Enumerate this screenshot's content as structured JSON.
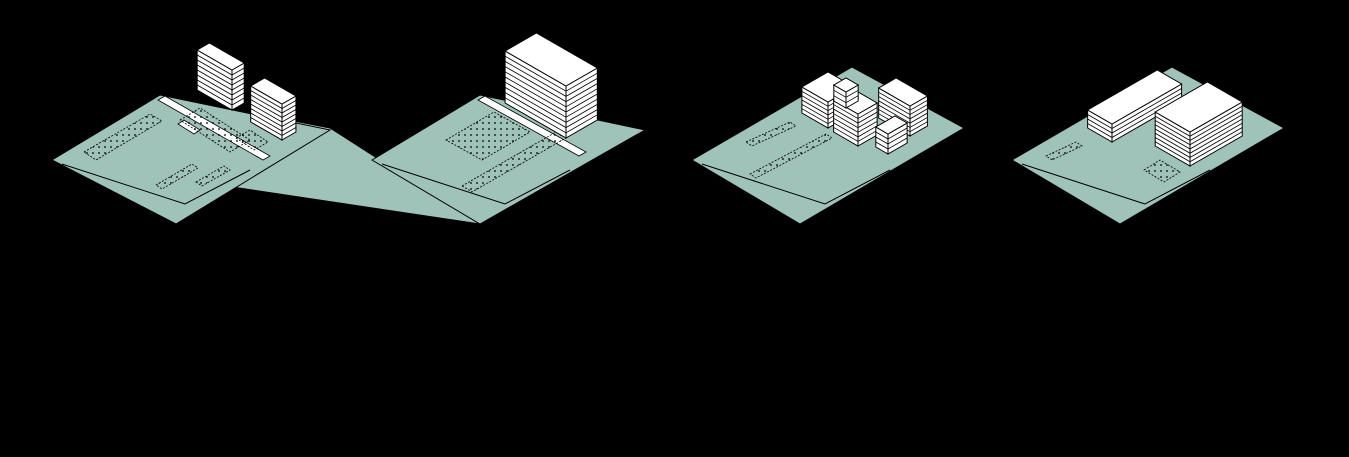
{
  "diagram": {
    "panel_count": 4,
    "colors": {
      "background": "#000000",
      "site": "#9fc2b9",
      "building": "#ffffff",
      "line": "#000000",
      "path": "#ffffff"
    },
    "panels": [
      {
        "variant": "two-slab-blocks",
        "buildings": 2,
        "planting_strips": 4,
        "paths": 2
      },
      {
        "variant": "single-large-block",
        "buildings": 1,
        "planting_strips": 2,
        "paths": 1
      },
      {
        "variant": "clustered-blocks",
        "buildings": 5,
        "planting_strips": 2,
        "paths": 0
      },
      {
        "variant": "linked-l-blocks",
        "buildings": 2,
        "planting_strips": 2,
        "paths": 0
      }
    ]
  }
}
